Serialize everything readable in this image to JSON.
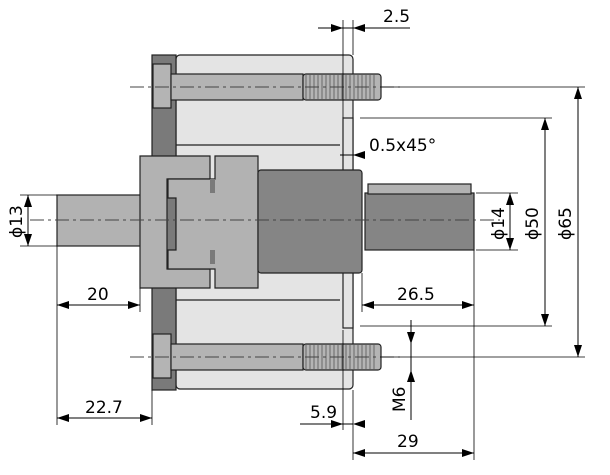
{
  "drawing": {
    "colors": {
      "plate": "#7a7a7a",
      "housing": "#e4e4e4",
      "bolt": "#b4b4b4",
      "hub": "#b2b2b2",
      "shaft_dark": "#858585",
      "outline": "#222222"
    },
    "dimensions": {
      "thread_protrusion": "2.5",
      "chamfer": "0.5x45°",
      "input_shaft_diameter": "ϕ13",
      "output_shaft_diameter": "ϕ14",
      "pilot_diameter": "ϕ50",
      "bolt_circle_diameter": "ϕ65",
      "input_shaft_length": "20",
      "output_shaft_length": "26.5",
      "input_offset": "22.7",
      "pilot_depth": "5.9",
      "bolt_thread": "M6",
      "output_offset": "29"
    }
  }
}
